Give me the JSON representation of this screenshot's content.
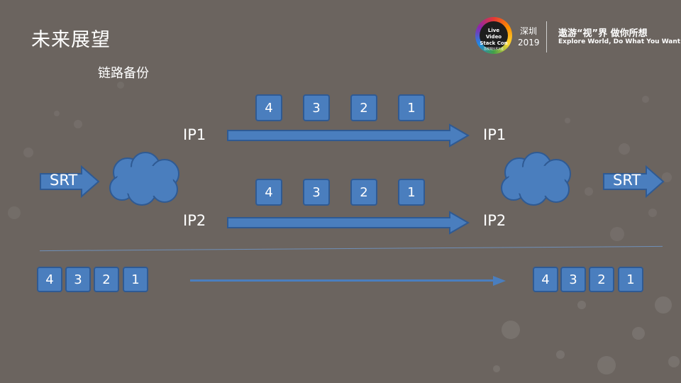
{
  "slide": {
    "title": "未来展望",
    "subtitle": "链路备份"
  },
  "header": {
    "logo_line1": "Live Video",
    "logo_line2": "Stack Con",
    "logo_line3": "音视频技术大会",
    "city": "深圳",
    "year": "2019",
    "slogan_cn": "遨游“视”界 做你所想",
    "slogan_en": "Explore World, Do What You Want"
  },
  "diagram": {
    "srt_in_label": "SRT",
    "srt_out_label": "SRT",
    "path1": {
      "left_label": "IP1",
      "right_label": "IP1",
      "packets": [
        "4",
        "3",
        "2",
        "1"
      ]
    },
    "path2": {
      "left_label": "IP2",
      "right_label": "IP2",
      "packets": [
        "4",
        "3",
        "2",
        "1"
      ]
    },
    "bottom": {
      "left_packets": [
        "4",
        "3",
        "2",
        "1"
      ],
      "right_packets": [
        "4",
        "3",
        "2",
        "1"
      ]
    }
  },
  "colors": {
    "background": "#6b645f",
    "packet_fill": "#4a7ebe",
    "packet_border": "#2f5a93",
    "cloud_fill": "#4a7ebe",
    "text": "#ffffff"
  }
}
